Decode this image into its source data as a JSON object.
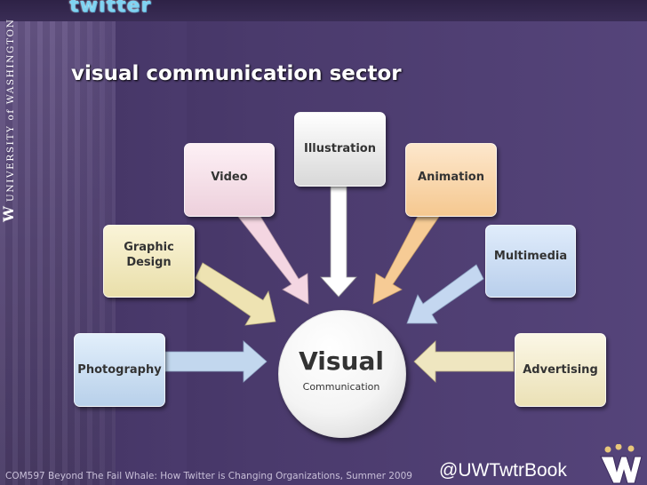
{
  "header": {
    "logo_text": "twitter",
    "title": "visual communication sector"
  },
  "sidebar": {
    "vertical_letter": "W",
    "vertical_text": "UNIVERSITY of WASHINGTON"
  },
  "diagram": {
    "center": {
      "main": "Visual",
      "sub": "Communication"
    },
    "nodes": [
      {
        "id": "illustration",
        "label": "Illustration"
      },
      {
        "id": "video",
        "label": "Video"
      },
      {
        "id": "animation",
        "label": "Animation"
      },
      {
        "id": "graphic",
        "label": "Graphic Design"
      },
      {
        "id": "multimedia",
        "label": "Multimedia"
      },
      {
        "id": "photography",
        "label": "Photography"
      },
      {
        "id": "advertising",
        "label": "Advertising"
      }
    ]
  },
  "footer": {
    "course_text": "COM597 Beyond The Fail Whale: How Twitter is Changing Organizations, Summer 2009",
    "handle": "@UWTwtrBook"
  },
  "colors": {
    "background": "#4a3a6c",
    "title_text": "#ffffff",
    "arrow_illustration": "#ffffff",
    "arrow_video": "#f4d6e2",
    "arrow_animation": "#f6cb95",
    "arrow_graphic": "#eee3b2",
    "arrow_multimedia": "#c4d7f0",
    "arrow_photography": "#c2d7ee",
    "arrow_advertising": "#efe6c0"
  }
}
